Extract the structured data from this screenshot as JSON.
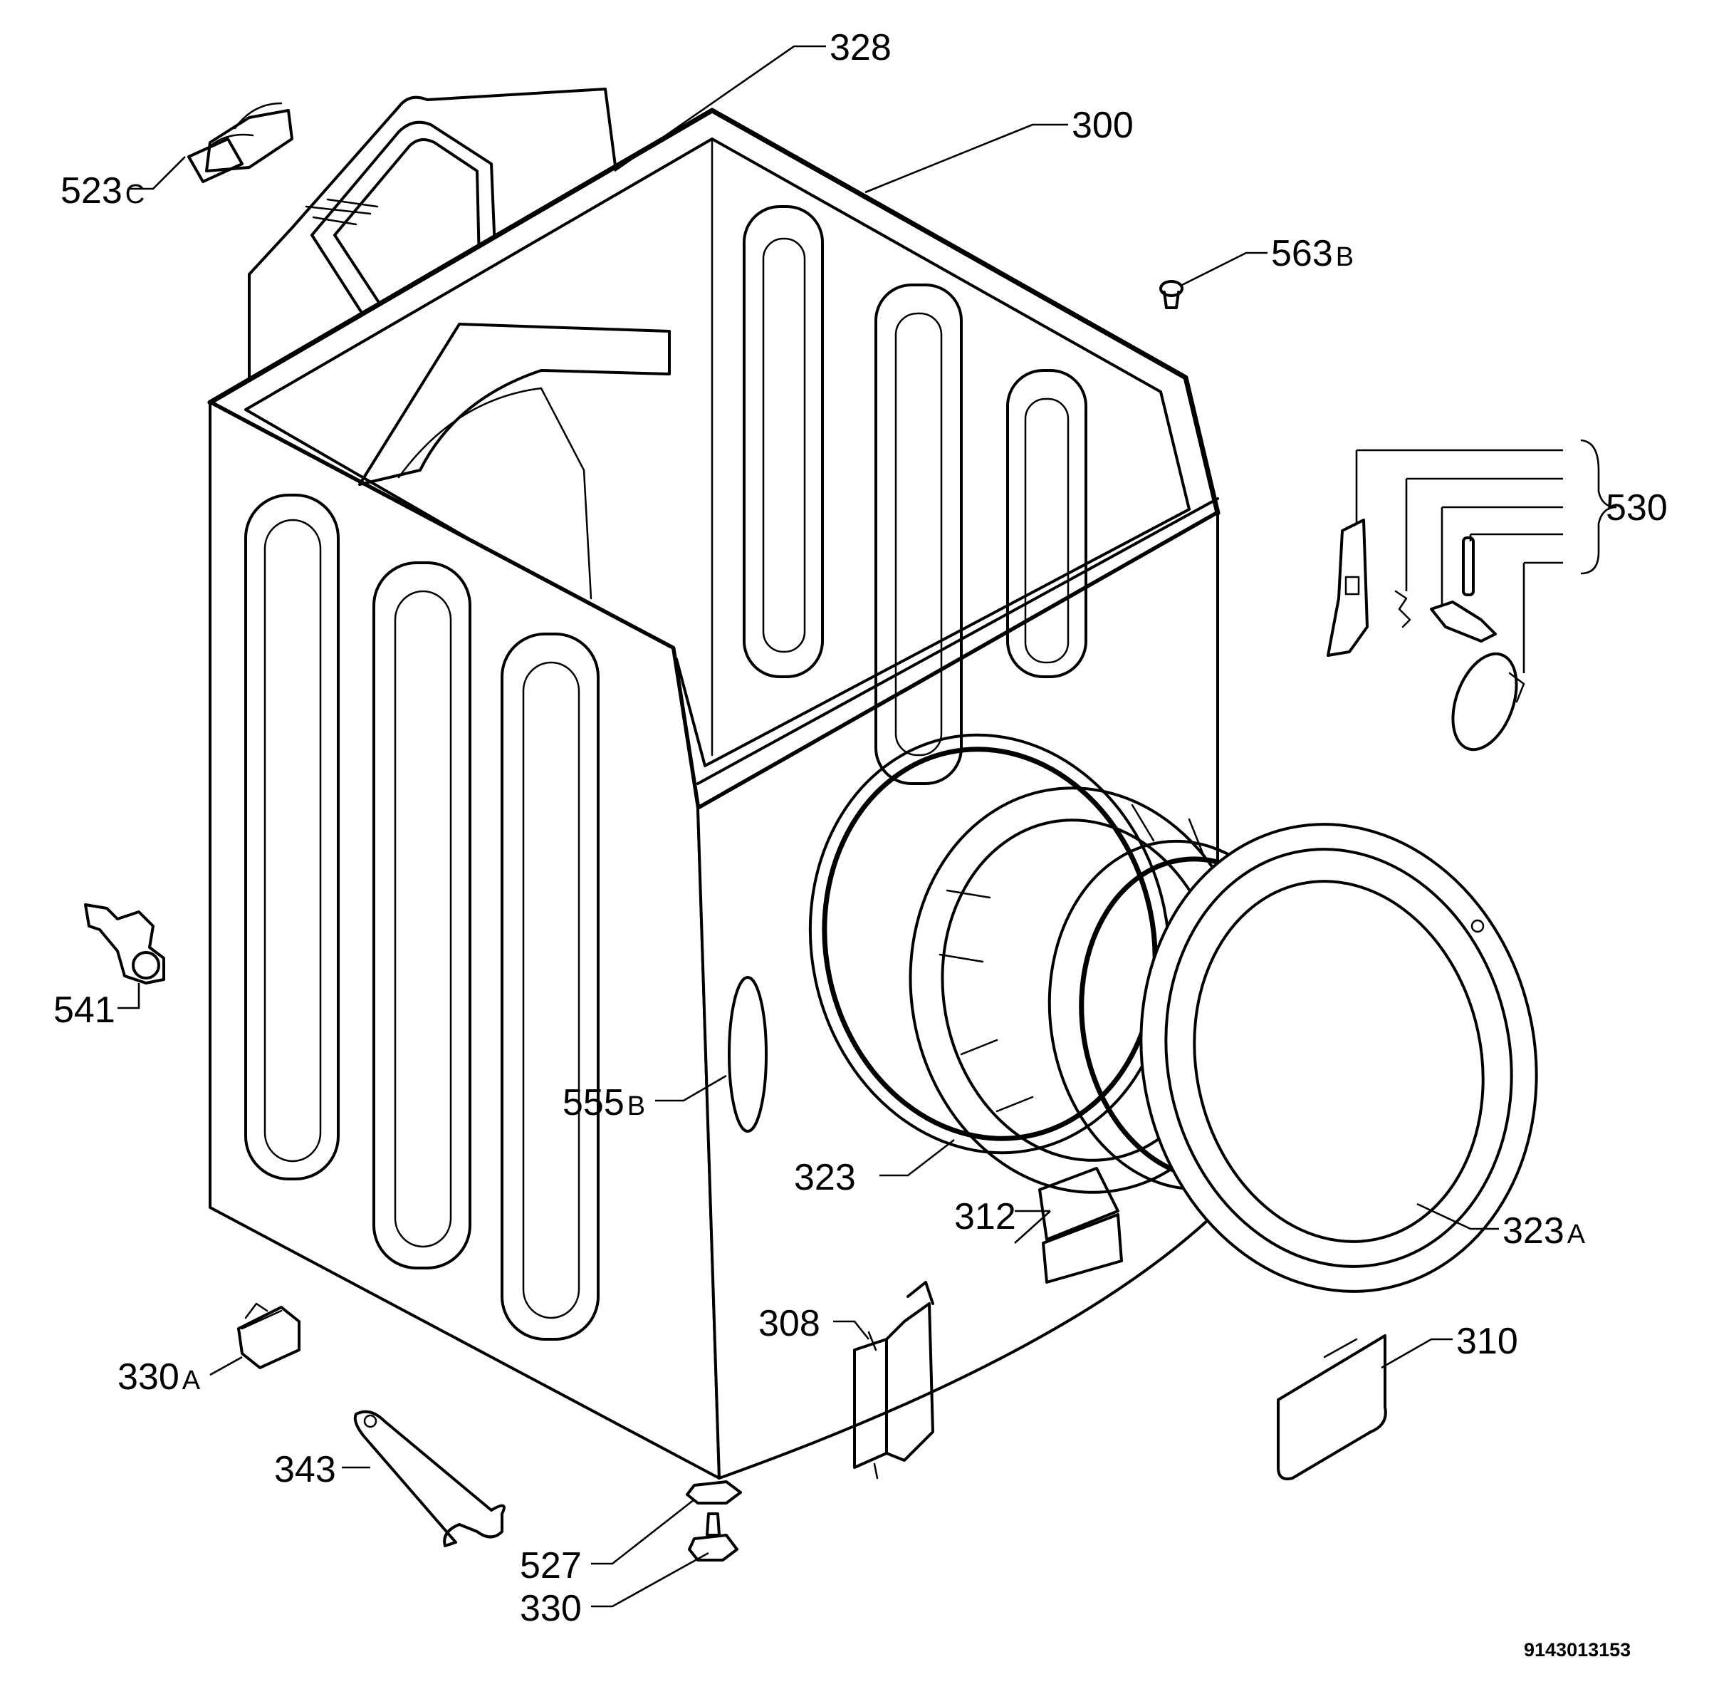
{
  "diagram": {
    "document_number": "9143013153",
    "callouts": [
      {
        "id": "328",
        "number": "328",
        "suffix": ""
      },
      {
        "id": "300",
        "number": "300",
        "suffix": ""
      },
      {
        "id": "523c",
        "number": "523",
        "suffix": "C"
      },
      {
        "id": "563b",
        "number": "563",
        "suffix": "B"
      },
      {
        "id": "530",
        "number": "530",
        "suffix": ""
      },
      {
        "id": "541",
        "number": "541",
        "suffix": ""
      },
      {
        "id": "555b",
        "number": "555",
        "suffix": "B"
      },
      {
        "id": "323",
        "number": "323",
        "suffix": ""
      },
      {
        "id": "312",
        "number": "312",
        "suffix": ""
      },
      {
        "id": "323a",
        "number": "323",
        "suffix": "A"
      },
      {
        "id": "308",
        "number": "308",
        "suffix": ""
      },
      {
        "id": "310",
        "number": "310",
        "suffix": ""
      },
      {
        "id": "330a",
        "number": "330",
        "suffix": "A"
      },
      {
        "id": "343",
        "number": "343",
        "suffix": ""
      },
      {
        "id": "527",
        "number": "527",
        "suffix": ""
      },
      {
        "id": "330",
        "number": "330",
        "suffix": ""
      }
    ]
  }
}
